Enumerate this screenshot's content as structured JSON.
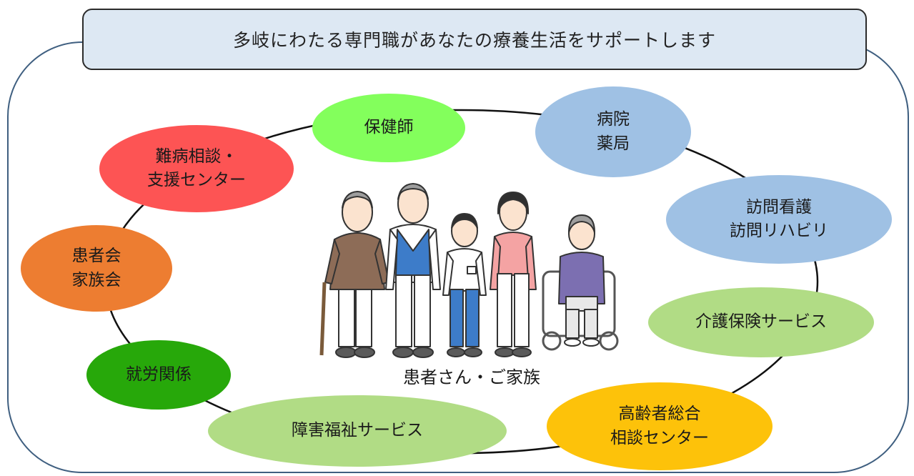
{
  "header": {
    "title": "多岐にわたる専門職があなたの療養生活をサポートします"
  },
  "center": {
    "caption": "患者さん・ご家族"
  },
  "nodes": [
    {
      "label": "保健師",
      "color": "#83ff5c"
    },
    {
      "label": "病院\n薬局",
      "color": "#9fc1e4"
    },
    {
      "label": "訪問看護\n訪問リハビリ",
      "color": "#9fc1e4"
    },
    {
      "label": "介護保険サービス",
      "color": "#b1dc85"
    },
    {
      "label": "高齢者総合\n相談センター",
      "color": "#fdc20a"
    },
    {
      "label": "障害福祉サービス",
      "color": "#b1dc85"
    },
    {
      "label": "就労関係",
      "color": "#27a80a"
    },
    {
      "label": "患者会\n家族会",
      "color": "#ed7d31"
    },
    {
      "label": "難病相談・\n支援センター",
      "color": "#fd5454"
    }
  ],
  "colors": {
    "frame": "#3f5f80",
    "header_bg": "#dde8f3"
  }
}
